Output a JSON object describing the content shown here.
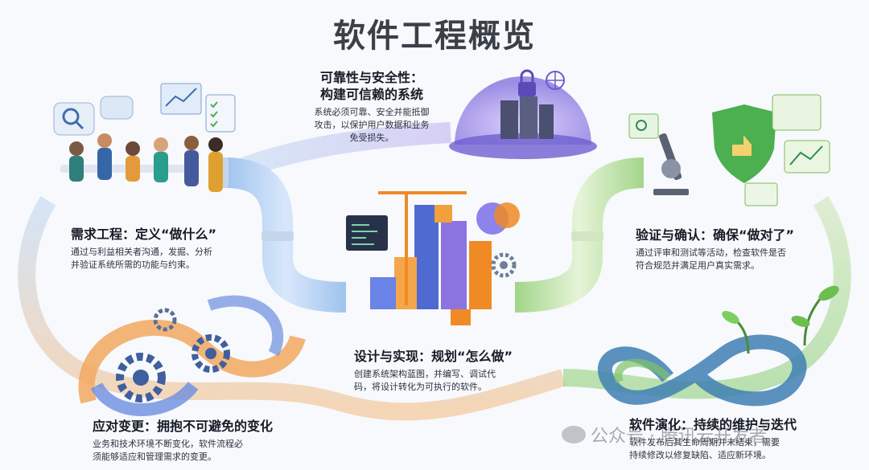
{
  "title": "软件工程概览",
  "sections": {
    "requirements": {
      "heading": "需求工程：定义“做什么”",
      "lines": [
        "通过与利益相关者沟通，发掘、分析",
        "并验证系统所需的功能与约束。"
      ]
    },
    "reliability": {
      "heading_line1": "可靠性与安全性：",
      "heading_line2": "构建可信赖的系统",
      "lines": [
        "系统必须可靠、安全并能抵御",
        "攻击，以保护用户数据和业务",
        "免受损失。"
      ]
    },
    "verification": {
      "heading": "验证与确认：确保“做对了”",
      "lines": [
        "通过评审和测试等活动，检查软件是否",
        "符合规范并满足用户真实需求。"
      ]
    },
    "design": {
      "heading": "设计与实现：规划“怎么做”",
      "lines": [
        "创建系统架构蓝图，并编写、调试代",
        "码，将设计转化为可执行的软件。"
      ]
    },
    "change": {
      "heading": "应对变更：拥抱不可避免的变化",
      "lines": [
        "业务和技术环境不断变化，软件流程必",
        "须能够适应和管理需求的变更。"
      ]
    },
    "evolution": {
      "heading": "软件演化：持续的维护与迭代",
      "lines": [
        "软件发布后其生命周期并未结束，需要",
        "持续修改以修复缺陷、适应新环境。"
      ]
    }
  },
  "watermark": "公众号 · 腾讯云开发者",
  "icons": [
    "magnifier-icon",
    "chart-icon",
    "checklist-icon",
    "padlock-icon",
    "server-icon",
    "shield-icon",
    "gear-icon",
    "brain-icon",
    "microscope-icon",
    "thumbs-up-icon",
    "infinity-icon",
    "sprout-icon"
  ],
  "colors": {
    "pipe_blue": "#8fb6e8",
    "pipe_orange": "#f2a860",
    "pipe_green": "#a8d58a",
    "pipe_purple": "#9b8fe0",
    "shield_green": "#4caf50",
    "accent_orange": "#f08a24"
  }
}
